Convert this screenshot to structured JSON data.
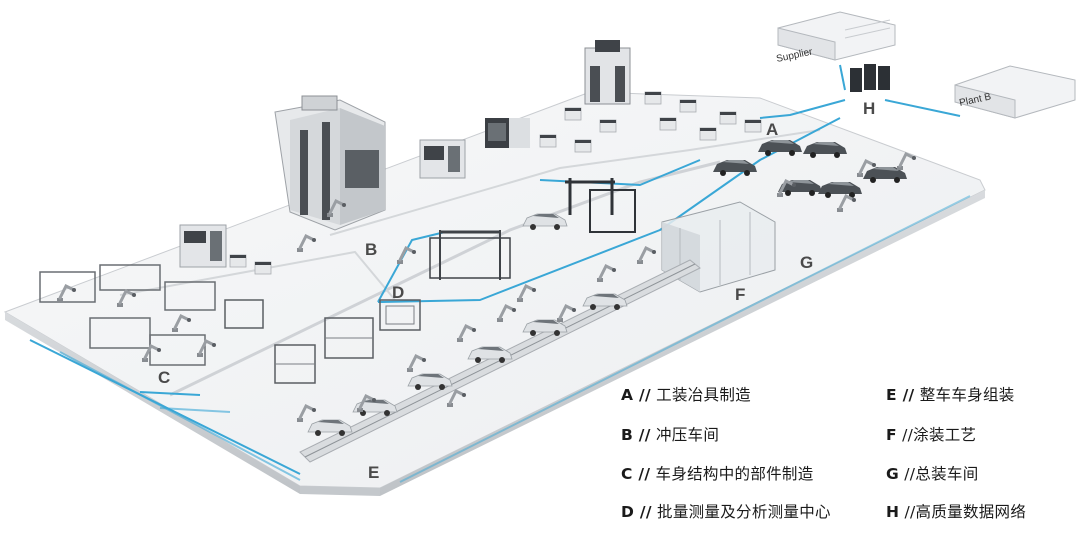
{
  "zones": {
    "A": "A",
    "B": "B",
    "C": "C",
    "D": "D",
    "E": "E",
    "F": "F",
    "G": "G",
    "H": "H"
  },
  "sites": {
    "supplier": "Supplier",
    "plant_b": "Plant B"
  },
  "legend": {
    "left": [
      {
        "key": "A //",
        "text": " 工装冶具制造"
      },
      {
        "key": "B //",
        "text": " 冲压车间"
      },
      {
        "key": "C //",
        "text": " 车身结构中的部件制造"
      },
      {
        "key": "D //",
        "text": " 批量测量及分析测量中心"
      }
    ],
    "right": [
      {
        "key": "E //",
        "text": " 整车车身组装"
      },
      {
        "key": "F",
        "text": " //涂装工艺"
      },
      {
        "key": "G",
        "text": " //总装车间"
      },
      {
        "key": "H",
        "text": " //高质量数据网络"
      }
    ]
  },
  "colors": {
    "floor": "#f4f5f6",
    "edge": "#c9ccd0",
    "network": "#3aa7d6",
    "machine_dark": "#3b3f44",
    "machine_light": "#e2e4e7"
  }
}
